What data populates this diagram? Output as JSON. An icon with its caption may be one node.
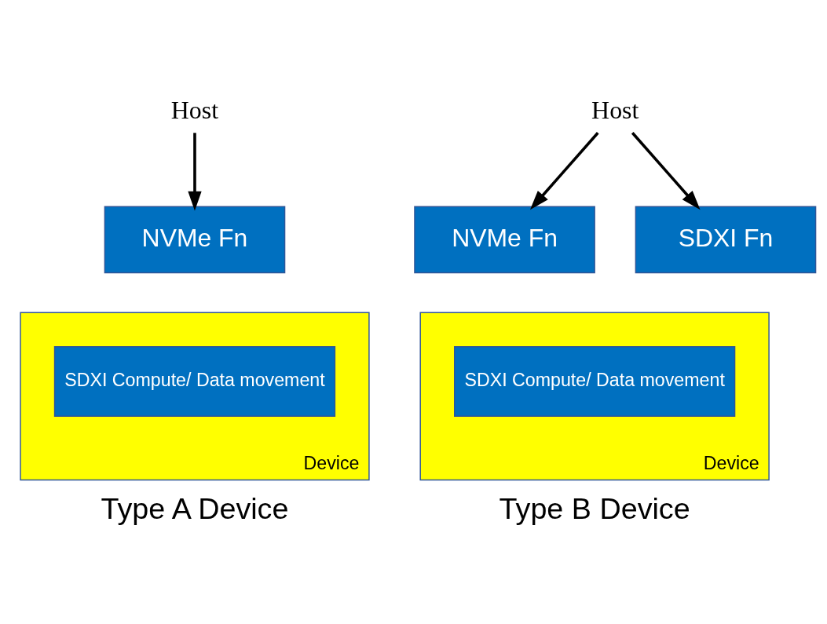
{
  "diagram": {
    "nodes": [
      {
        "text": [
          "Host"
        ]
      },
      {
        "text": [
          "Device"
        ]
      },
      {
        "text": [
          "NVMe Fn"
        ]
      },
      {
        "text": [
          "SDXI Compute/ Data movement"
        ],
        "in": 1
      },
      {
        "text": [
          "Host"
        ]
      },
      {
        "text": [
          "Device"
        ]
      },
      {
        "text": [
          "NVMe Fn"
        ]
      },
      {
        "text": [
          "SDXI Fn"
        ]
      },
      {
        "text": [
          "SDXI Compute/ Data movement"
        ],
        "in": 5
      }
    ],
    "edges": [
      {
        "from": 0,
        "to": 2,
        "arrow": "to"
      },
      {
        "from": 4,
        "to": 6,
        "arrow": "to"
      },
      {
        "from": 4,
        "to": 7,
        "arrow": "to"
      }
    ],
    "labels": [
      "Type A Device",
      "Type B Device"
    ]
  }
}
